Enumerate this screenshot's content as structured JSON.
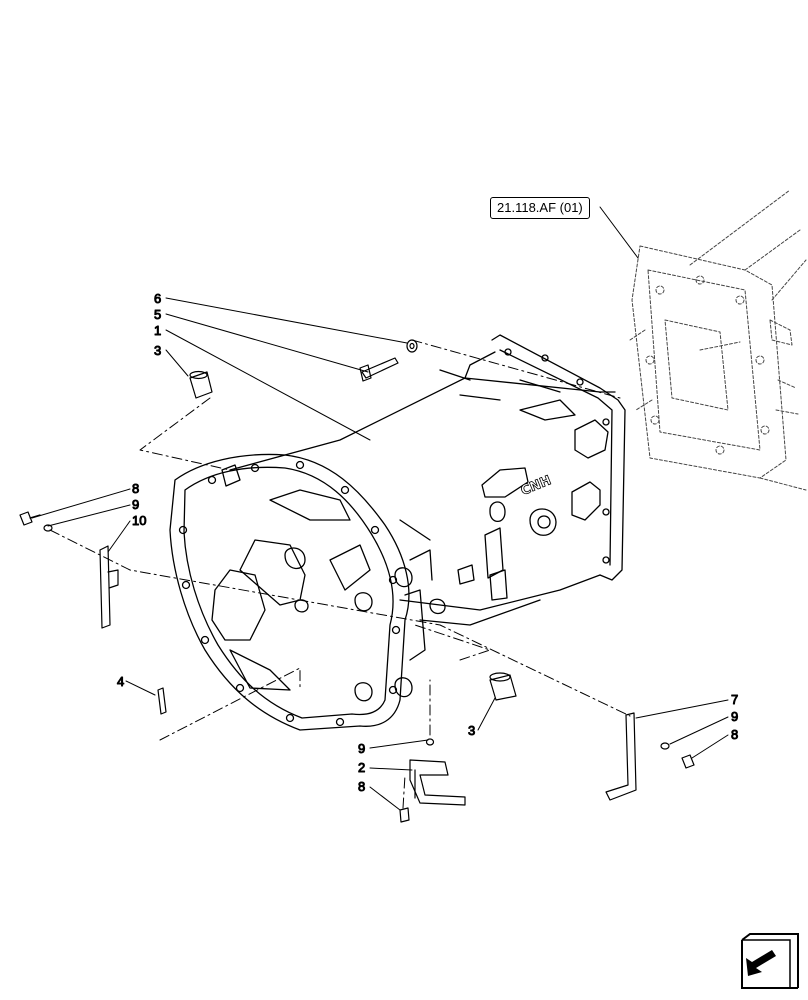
{
  "reference_link": "21.118.AF (01)",
  "brand_mark": "CNH",
  "callouts": {
    "c6": "6",
    "c5": "5",
    "c1": "1",
    "c3a": "3",
    "c8a": "8",
    "c9a": "9",
    "c10": "10",
    "c4": "4",
    "c9b": "9",
    "c2": "2",
    "c8b": "8",
    "c3b": "3",
    "c7": "7",
    "c9c": "9",
    "c8c": "8"
  },
  "nav_icon": "next-page-arrow-icon"
}
